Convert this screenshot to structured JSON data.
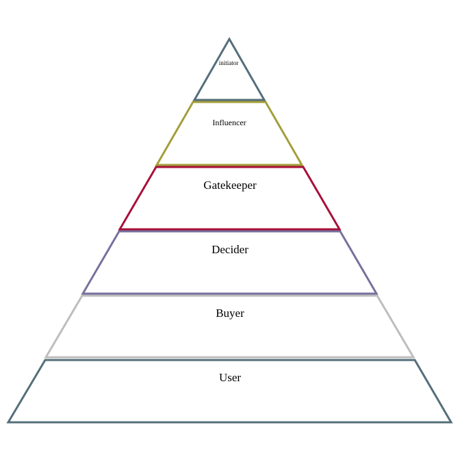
{
  "pyramid": {
    "tiers": [
      {
        "label": "initiator",
        "color": "#546e7a"
      },
      {
        "label": "Influencer",
        "color": "#a39e3a"
      },
      {
        "label": "Gatekeeper",
        "color": "#a8103a"
      },
      {
        "label": "Decider",
        "color": "#77709e"
      },
      {
        "label": "Buyer",
        "color": "#bdbdbd"
      },
      {
        "label": "User",
        "color": "#546e7a"
      }
    ]
  }
}
